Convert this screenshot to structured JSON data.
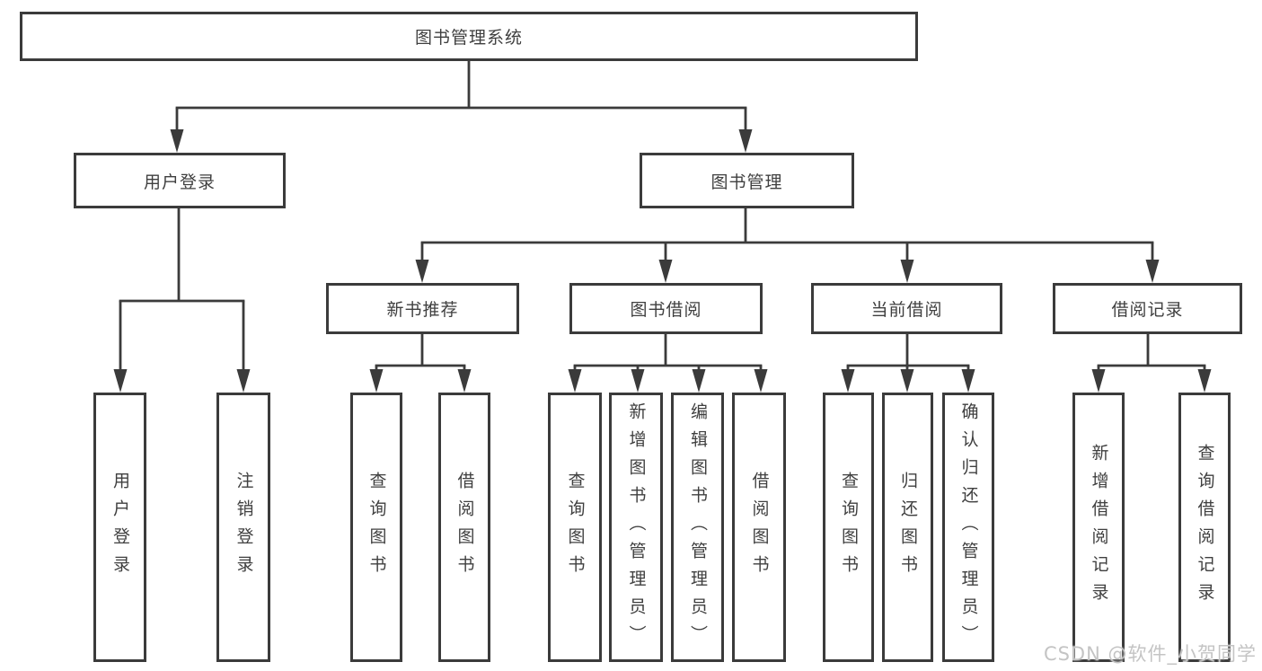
{
  "colors": {
    "background": "#ffffff",
    "line": "#3b3b3b",
    "box_border": "#3b3b3b",
    "text": "#3f3f3f",
    "watermark_text": "#c4c4c4"
  },
  "diagram": {
    "root": {
      "label": "图书管理系统"
    },
    "level2": [
      {
        "label": "用户登录"
      },
      {
        "label": "图书管理"
      }
    ],
    "level3": [
      {
        "label": "新书推荐",
        "parent": "图书管理"
      },
      {
        "label": "图书借阅",
        "parent": "图书管理"
      },
      {
        "label": "当前借阅",
        "parent": "图书管理"
      },
      {
        "label": "借阅记录",
        "parent": "图书管理"
      }
    ],
    "leaves": [
      {
        "label": "用户登录",
        "parent": "用户登录"
      },
      {
        "label": "注销登录",
        "parent": "用户登录"
      },
      {
        "label": "查询图书",
        "parent": "新书推荐"
      },
      {
        "label": "借阅图书",
        "parent": "新书推荐"
      },
      {
        "label": "查询图书",
        "parent": "图书借阅"
      },
      {
        "label": "新增图书（管理员）",
        "parent": "图书借阅"
      },
      {
        "label": "编辑图书（管理员）",
        "parent": "图书借阅"
      },
      {
        "label": "借阅图书",
        "parent": "图书借阅"
      },
      {
        "label": "查询图书",
        "parent": "当前借阅"
      },
      {
        "label": "归还图书",
        "parent": "当前借阅"
      },
      {
        "label": "确认归还（管理员）",
        "parent": "当前借阅"
      },
      {
        "label": "新增借阅记录",
        "parent": "借阅记录"
      },
      {
        "label": "查询借阅记录",
        "parent": "借阅记录"
      }
    ]
  },
  "watermark": "CSDN @软件_小贺同学"
}
